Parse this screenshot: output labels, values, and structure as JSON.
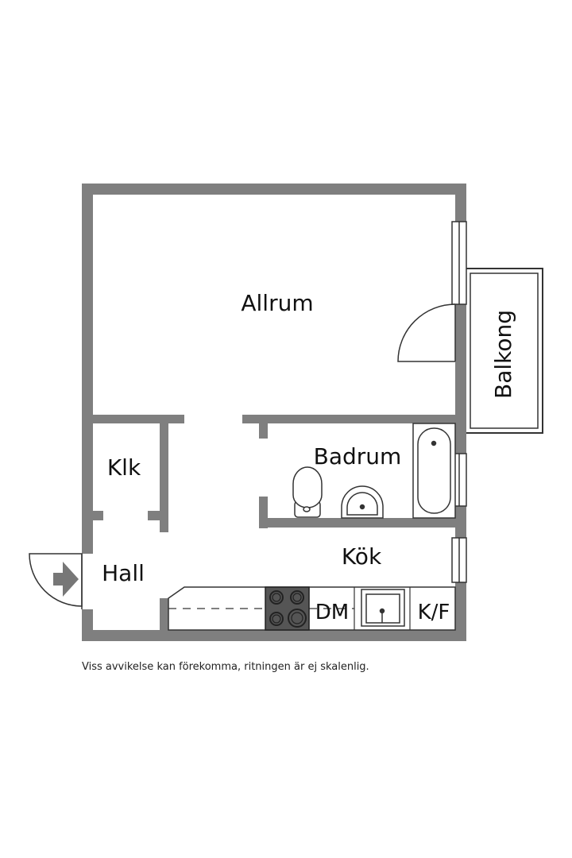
{
  "rooms": {
    "allrum": "Allrum",
    "balkong": "Balkong",
    "klk": "Klk",
    "badrum": "Badrum",
    "hall": "Hall",
    "kok": "Kök"
  },
  "appliances": {
    "dm": "DM",
    "kf": "K/F"
  },
  "disclaimer": "Viss avvikelse kan förekomma, ritningen är ej skalenlig.",
  "colors": {
    "wall": "#7f7f7f",
    "line": "#333333",
    "stove": "#555555"
  }
}
